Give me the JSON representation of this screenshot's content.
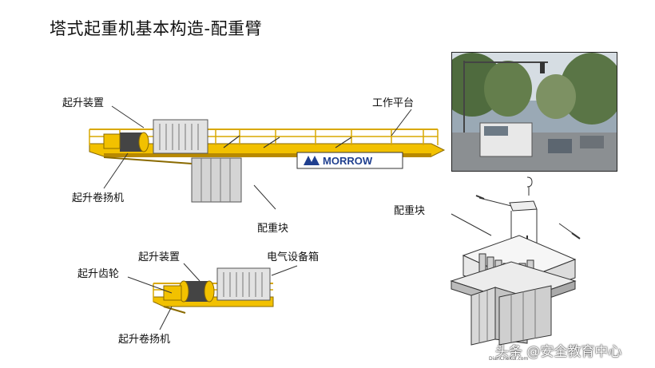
{
  "title": "塔式起重机基本构造-配重臂",
  "labels": {
    "hoist_device_top": "起升装置",
    "work_platform": "工作平台",
    "hoist_winch_top": "起升卷扬机",
    "counterweight_left": "配重块",
    "counterweight_right": "配重块",
    "hoist_device_bottom": "起升装置",
    "electrical_box": "电气设备箱",
    "hoist_gear": "起升齿轮",
    "hoist_winch_bottom": "起升卷扬机"
  },
  "brand_sign": "MORROW",
  "watermark": {
    "text": "头条 @安全教育中心",
    "site": "DianCheKui.com"
  },
  "colors": {
    "boom_yellow": "#f2c100",
    "boom_dark": "#b88900",
    "steel_grey": "#c8c8c8",
    "sign_blue": "#1f3f8f"
  }
}
